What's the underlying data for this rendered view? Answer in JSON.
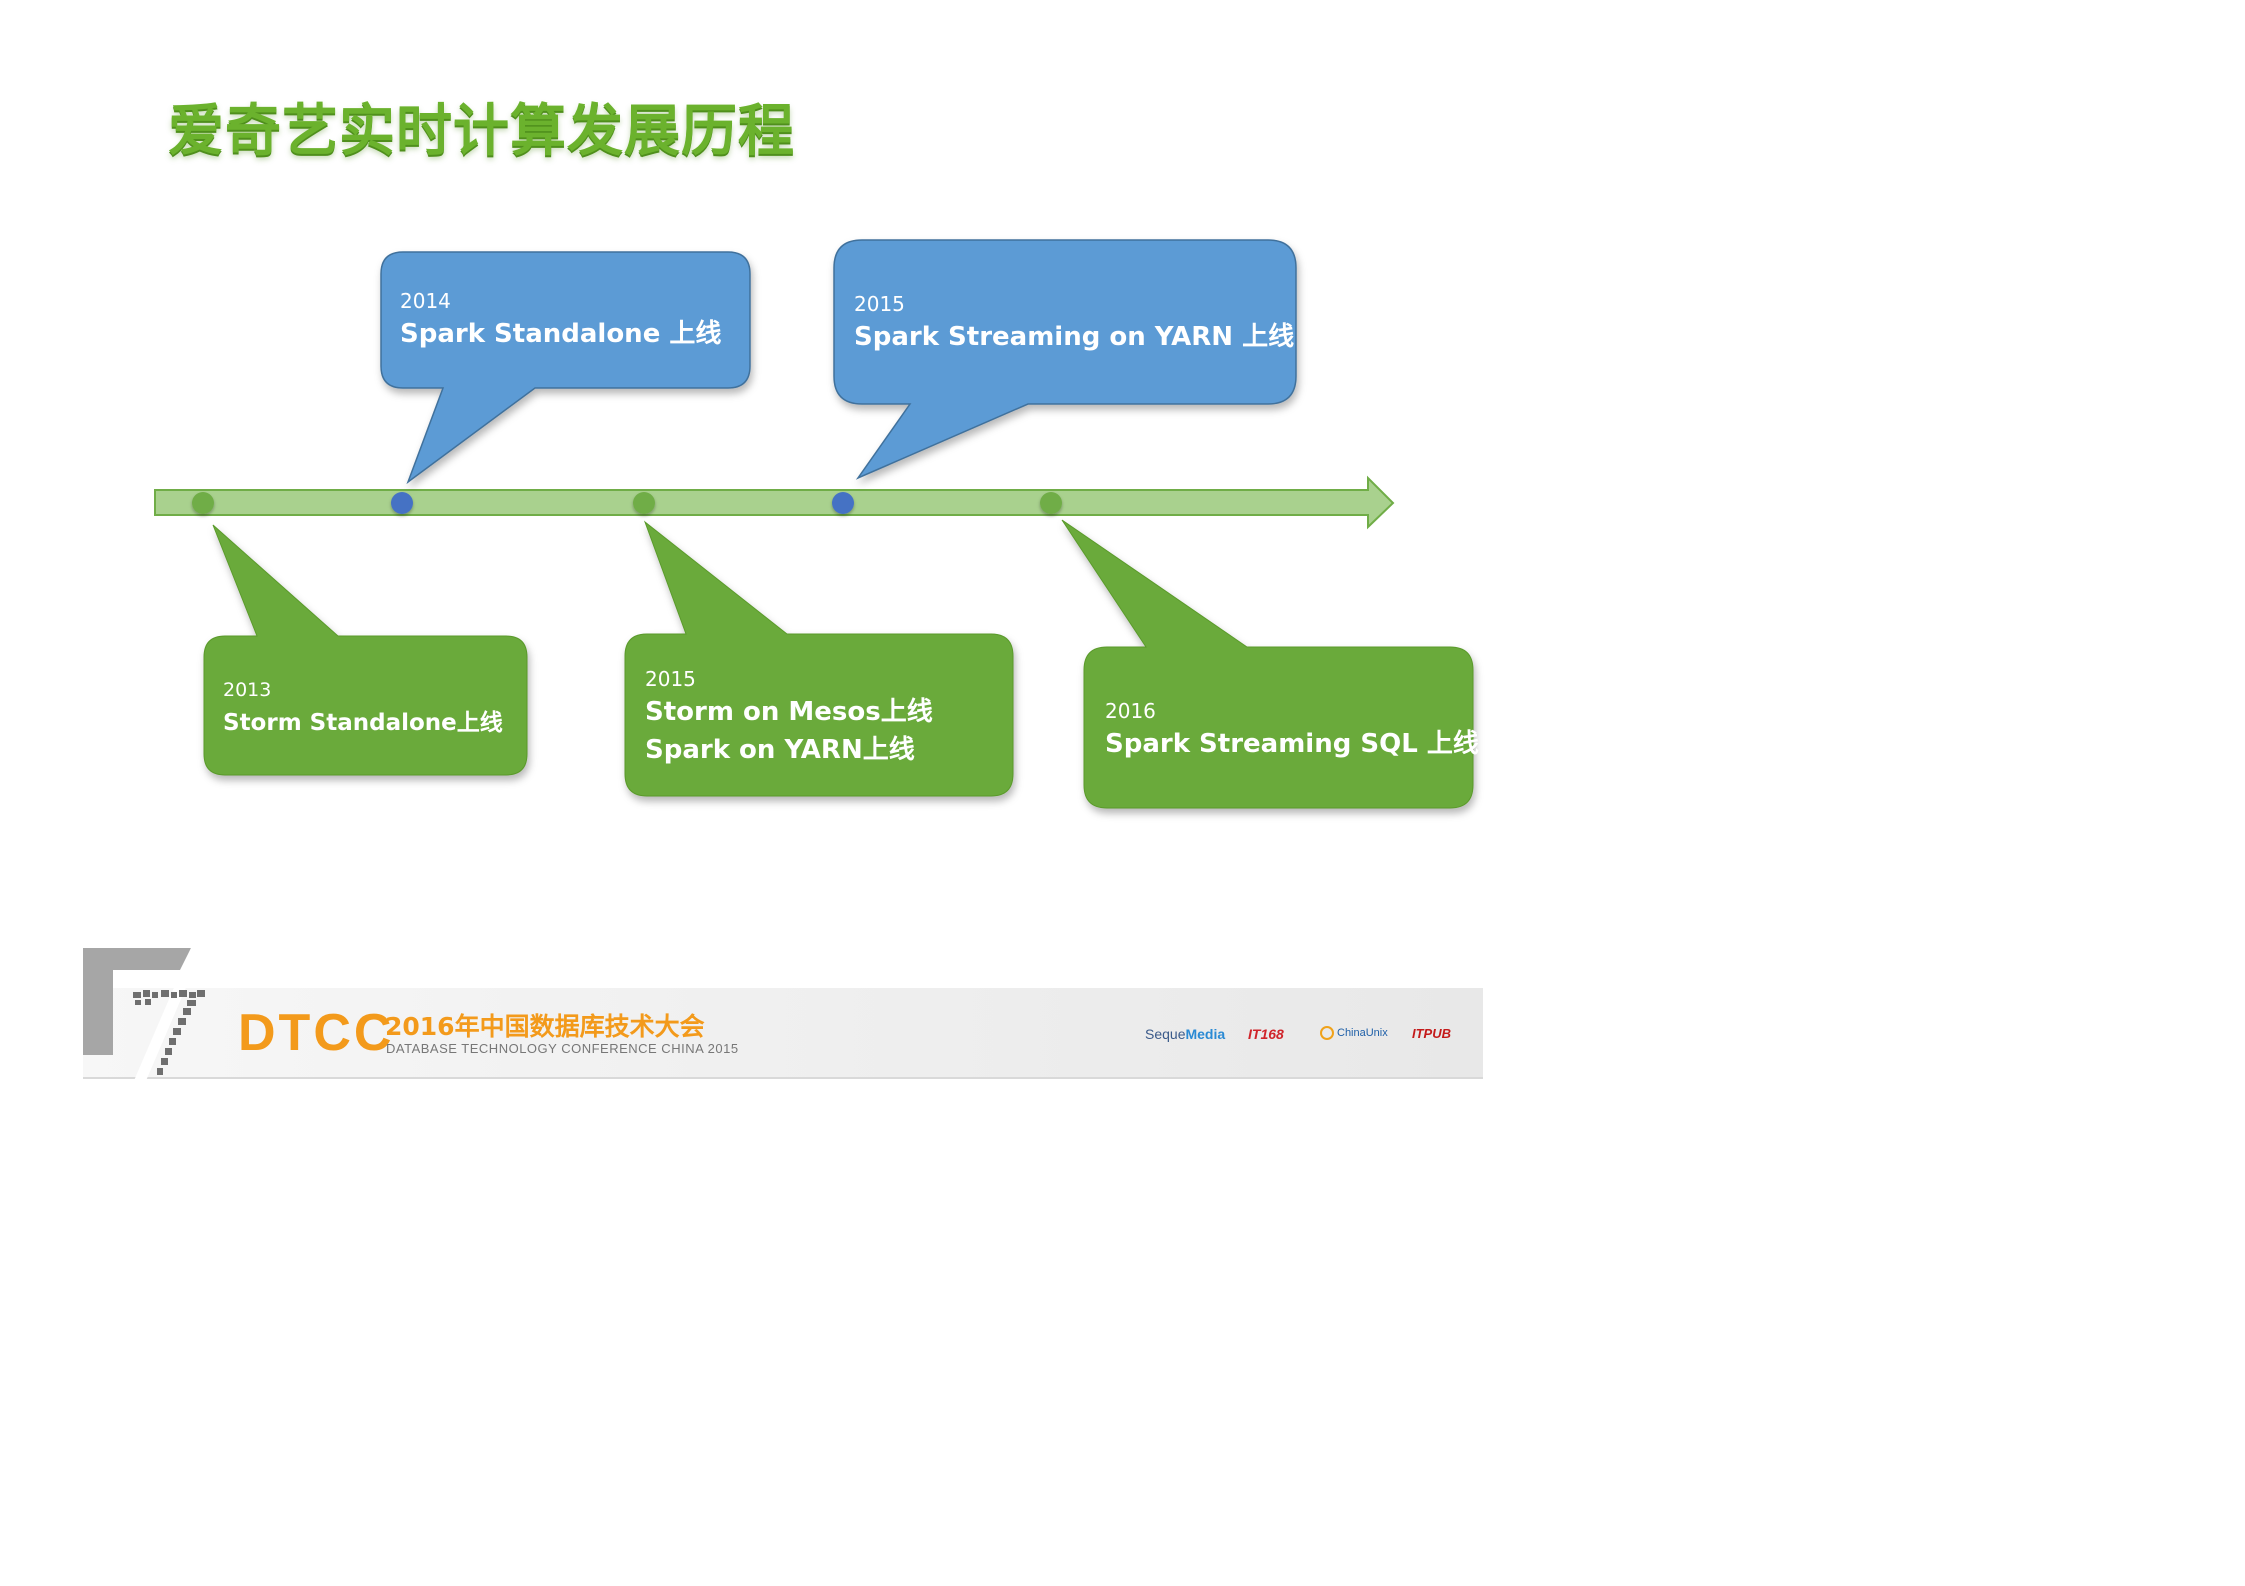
{
  "title": "爱奇艺实时计算发展历程",
  "timeline": {
    "colors": {
      "arrow_fill": "#a9d18e",
      "arrow_stroke": "#70ad47",
      "green_dot": "#70ad47",
      "blue_dot": "#4472c4",
      "green_callout": "#6aaa3a",
      "blue_callout": "#5b9bd5"
    },
    "milestones": [
      {
        "year": "2013",
        "lines": [
          "Storm Standalone上线"
        ],
        "color": "green"
      },
      {
        "year": "2014",
        "lines": [
          "Spark Standalone 上线"
        ],
        "color": "blue"
      },
      {
        "year": "2015",
        "lines": [
          "Storm on Mesos上线",
          "Spark on YARN上线"
        ],
        "color": "green"
      },
      {
        "year": "2015",
        "lines": [
          "Spark Streaming  on YARN 上线"
        ],
        "color": "blue"
      },
      {
        "year": "2016",
        "lines": [
          "Spark Streaming SQL 上线"
        ],
        "color": "green"
      }
    ]
  },
  "footer": {
    "logo_text": "DTCC",
    "title_cn": "2016年中国数据库技术大会",
    "title_en": "DATABASE  TECHNOLOGY  CONFERENCE CHINA 2015",
    "sponsors": {
      "seque_a": "Seque",
      "seque_b": "Media",
      "it168": "IT168",
      "chinaunix": "ChinaUnix",
      "itpub": "ITPUB"
    },
    "colors": {
      "brand_orange": "#f39a1b"
    }
  }
}
